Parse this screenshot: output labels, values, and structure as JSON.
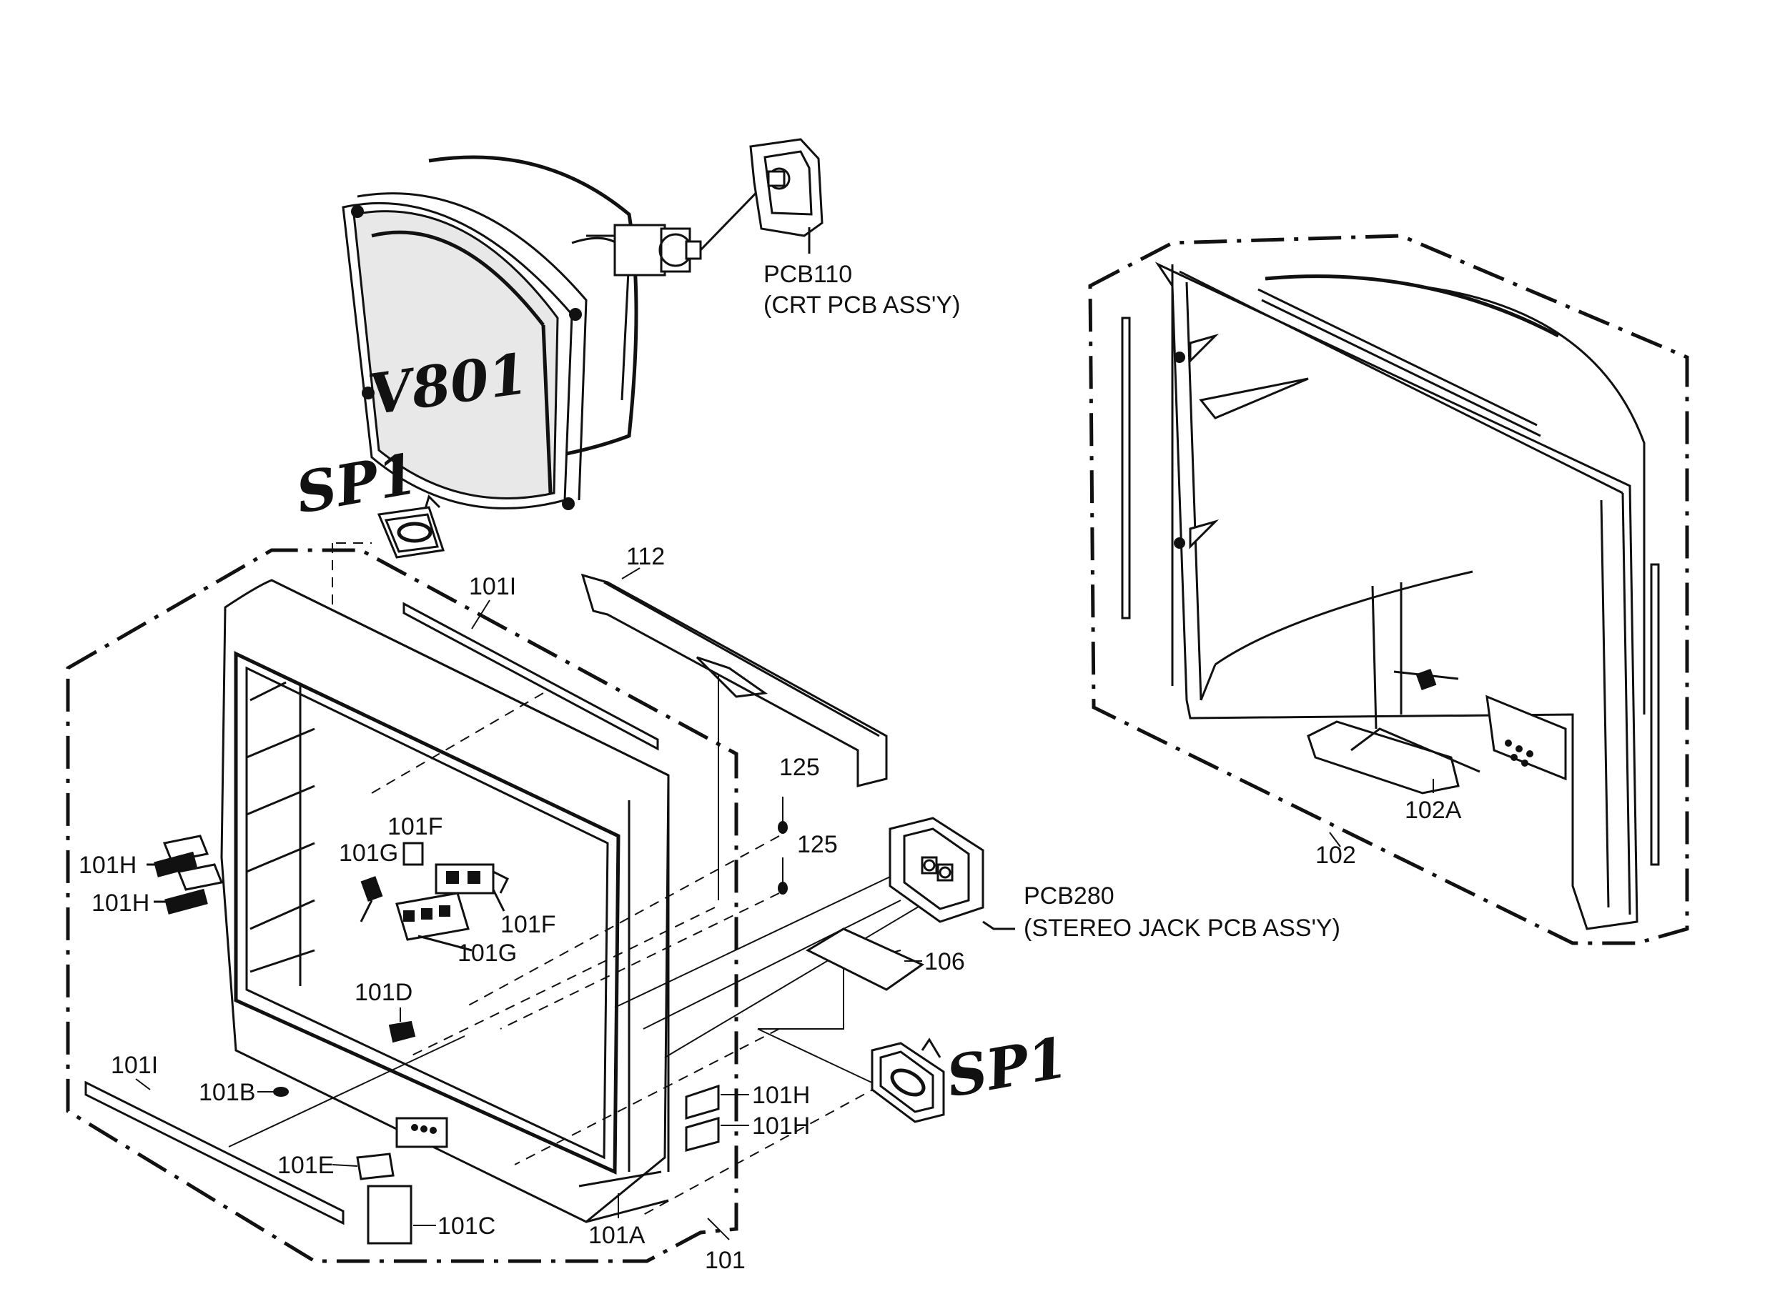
{
  "labels": {
    "pcb110": "PCB110",
    "pcb110_desc": "(CRT PCB ASS'Y)",
    "v801": "V801",
    "sp1_top": "SP1",
    "sp1_right": "SP1",
    "l112": "112",
    "l101i_top": "101I",
    "l101i_bottom": "101I",
    "l101f_top": "101F",
    "l101f_bottom": "101F",
    "l101g_top": "101G",
    "l101g_bottom": "101G",
    "l101h_1": "101H",
    "l101h_2": "101H",
    "l101h_3": "101H",
    "l101h_4": "101H",
    "l125_1": "125",
    "l125_2": "125",
    "pcb280": "PCB280",
    "pcb280_desc": "(STEREO JACK PCB ASS'Y)",
    "l106": "106",
    "l101d": "101D",
    "l101b": "101B",
    "l101e": "101E",
    "l101c": "101C",
    "l101a": "101A",
    "l101": "101",
    "l102a": "102A",
    "l102": "102"
  }
}
